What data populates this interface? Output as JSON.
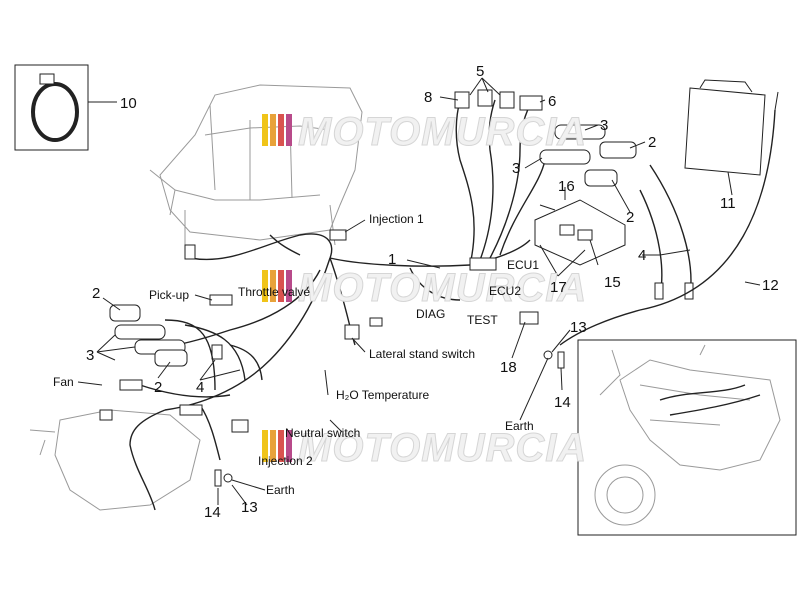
{
  "callouts": {
    "c1": "1",
    "c2a": "2",
    "c2b": "2",
    "c2c": "2",
    "c2d": "2",
    "c3a": "3",
    "c3b": "3",
    "c3c": "3",
    "c4a": "4",
    "c4b": "4",
    "c5": "5",
    "c6": "6",
    "c8": "8",
    "c10": "10",
    "c11": "11",
    "c12": "12",
    "c13a": "13",
    "c13b": "13",
    "c14a": "14",
    "c14b": "14",
    "c15": "15",
    "c16": "16",
    "c17": "17",
    "c18": "18"
  },
  "labels": {
    "injection1": "Injection 1",
    "ecu1": "ECU1",
    "ecu2": "ECU2",
    "diag": "DIAG",
    "test": "TEST",
    "pickup": "Pick-up",
    "throttle": "Throttle valve",
    "fan": "Fan",
    "lateral_stand": "Lateral stand switch",
    "h2o_temp": "H₂O Temperature",
    "neutral": "Neutral switch",
    "injection2": "Injection 2",
    "earth_left": "Earth",
    "earth_right": "Earth"
  },
  "watermark": {
    "text_top": "MOTOMURCIA",
    "text_mid": "MOTOMURCIA",
    "text_bottom": "MOTOMURCIA",
    "colors": [
      "#f0c419",
      "#e8a23a",
      "#d9534f",
      "#b84a8a"
    ]
  }
}
